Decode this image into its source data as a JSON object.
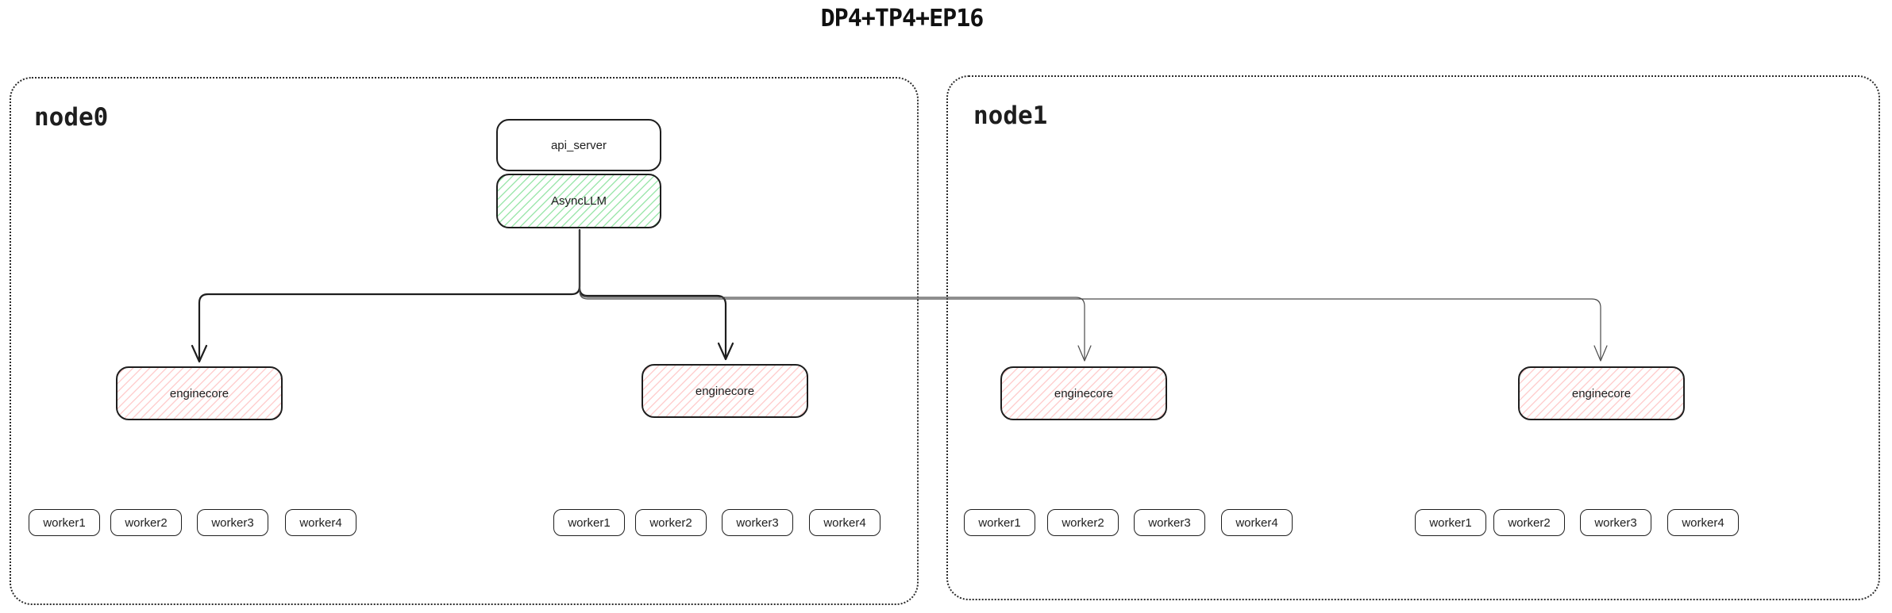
{
  "title": "DP4+TP4+EP16",
  "node0": {
    "label": "node0"
  },
  "node1": {
    "label": "node1"
  },
  "boxes": {
    "api_server": "api_server",
    "asyncllm": "AsyncLLM",
    "enginecore": "enginecore"
  },
  "workers": [
    "worker1",
    "worker2",
    "worker3",
    "worker4"
  ],
  "colors": {
    "background": "#ffffff",
    "shape_stroke": "#1e1e1e",
    "asyncllm_hatch_green": "#9fe7ae",
    "enginecore_hatch_red": "#ffcfcf",
    "arrow_dark": "#1e1e1e",
    "arrow_light": "#4a4a4a"
  }
}
